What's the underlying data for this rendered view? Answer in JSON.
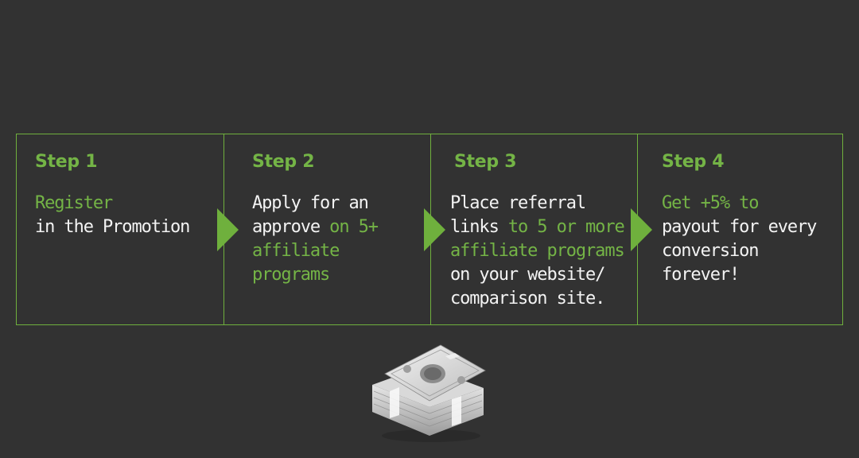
{
  "colors": {
    "background": "#323232",
    "accent": "#74b446",
    "border": "#6fb03d",
    "text": "#f3f3f3"
  },
  "steps": [
    {
      "title": "Step 1",
      "body": [
        {
          "text": "Register",
          "highlight": true
        },
        {
          "text": "in the Promotion",
          "highlight": false
        }
      ]
    },
    {
      "title": "Step 2",
      "body": [
        {
          "text": "Apply for an",
          "highlight": false
        },
        {
          "text": "approve ",
          "highlight": false
        },
        {
          "text": "on 5+",
          "highlight": true
        },
        {
          "text": "affiliate",
          "highlight": true
        },
        {
          "text": "programs",
          "highlight": true
        }
      ]
    },
    {
      "title": "Step 3",
      "body": [
        {
          "text": "Place referral",
          "highlight": false
        },
        {
          "text": "links ",
          "highlight": false
        },
        {
          "text": "to 5 or more",
          "highlight": true
        },
        {
          "text": "affiliate programs",
          "highlight": true
        },
        {
          "text": "on your website/",
          "highlight": false
        },
        {
          "text": "comparison site.",
          "highlight": false
        }
      ]
    },
    {
      "title": "Step 4",
      "body": [
        {
          "text": "Get +5% to",
          "highlight": true
        },
        {
          "text": "payout for every",
          "highlight": false
        },
        {
          "text": "conversion",
          "highlight": false
        },
        {
          "text": "forever!",
          "highlight": false
        }
      ]
    }
  ],
  "arrows": [
    "arrow-right-icon",
    "arrow-right-icon",
    "arrow-right-icon"
  ],
  "illustration": {
    "icon": "money-stack-icon"
  }
}
